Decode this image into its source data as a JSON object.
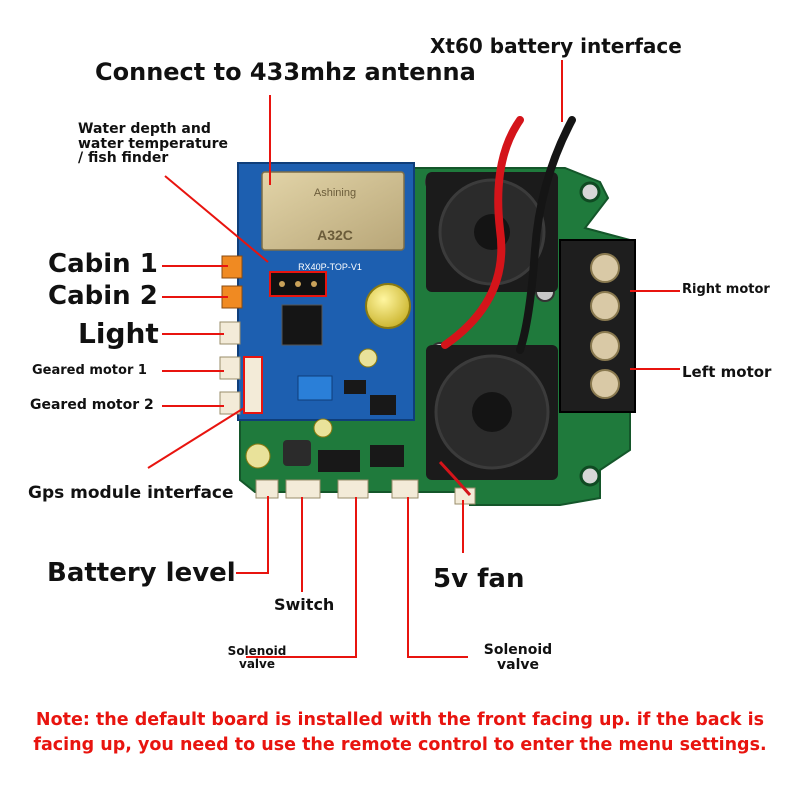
{
  "labels": {
    "antenna": "Connect to 433mhz antenna",
    "xt60": "Xt60 battery interface",
    "water": [
      "Water depth and",
      "water temperature",
      "/ fish finder"
    ],
    "cabin1": "Cabin 1",
    "cabin2": "Cabin 2",
    "light": "Light",
    "geared1": "Geared motor 1",
    "geared2": "Geared motor 2",
    "gps": "Gps module interface",
    "right_motor": "Right motor",
    "left_motor": "Left motor",
    "battery_level": "Battery level",
    "switch": "Switch",
    "solenoid_left": [
      "Solenoid",
      "valve"
    ],
    "solenoid_right": [
      "Solenoid",
      "valve"
    ],
    "fan": "5v fan"
  },
  "board_text": {
    "module_brand": "Ashining",
    "module_model": "A32C",
    "pcb_name": "RX40P-TOP-V1"
  },
  "note": [
    "Note: the default board is installed with the front facing up. if the back is",
    "facing up, you need to use the remote control to enter the menu settings."
  ],
  "colors": {
    "leader": "#e8140f",
    "pcb_green": "#1f7a3c",
    "pcb_blue": "#1d5fb0",
    "text": "#111111"
  }
}
